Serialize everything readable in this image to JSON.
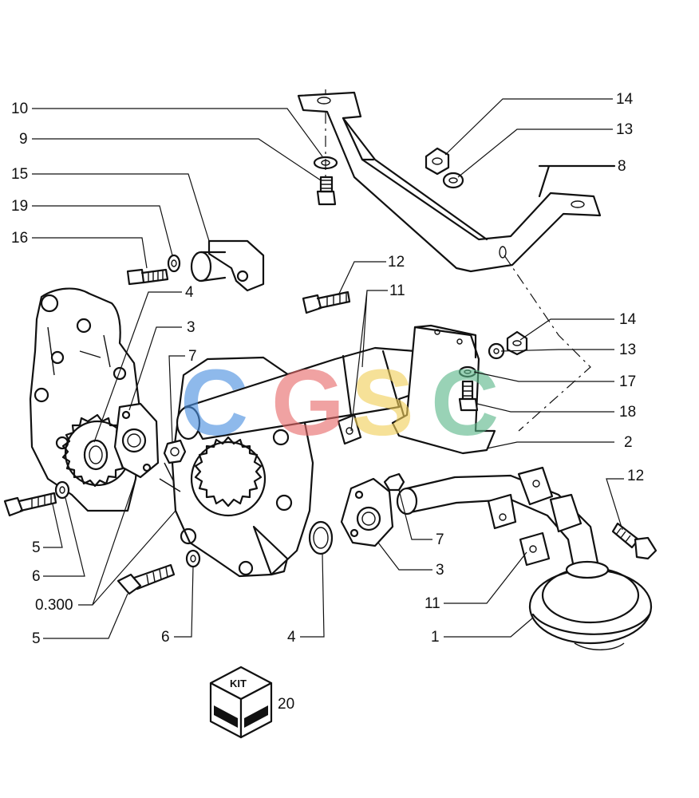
{
  "callouts": [
    {
      "id": "c10",
      "text": "10"
    },
    {
      "id": "c9",
      "text": "9"
    },
    {
      "id": "c15",
      "text": "15"
    },
    {
      "id": "c19",
      "text": "19"
    },
    {
      "id": "c16",
      "text": "16"
    },
    {
      "id": "c4a",
      "text": "4"
    },
    {
      "id": "c3a",
      "text": "3"
    },
    {
      "id": "c7a",
      "text": "7"
    },
    {
      "id": "c5a",
      "text": "5"
    },
    {
      "id": "c6a",
      "text": "6"
    },
    {
      "id": "c0300",
      "text": "0.300"
    },
    {
      "id": "c5b",
      "text": "5"
    },
    {
      "id": "c6b",
      "text": "6"
    },
    {
      "id": "c4b",
      "text": "4"
    },
    {
      "id": "c14a",
      "text": "14"
    },
    {
      "id": "c13a",
      "text": "13"
    },
    {
      "id": "c8",
      "text": "8"
    },
    {
      "id": "c12a",
      "text": "12"
    },
    {
      "id": "c11a",
      "text": "11"
    },
    {
      "id": "c14b",
      "text": "14"
    },
    {
      "id": "c13b",
      "text": "13"
    },
    {
      "id": "c17",
      "text": "17"
    },
    {
      "id": "c18",
      "text": "18"
    },
    {
      "id": "c2",
      "text": "2"
    },
    {
      "id": "c12b",
      "text": "12"
    },
    {
      "id": "c7b",
      "text": "7"
    },
    {
      "id": "c3b",
      "text": "3"
    },
    {
      "id": "c11b",
      "text": "11"
    },
    {
      "id": "c1",
      "text": "1"
    },
    {
      "id": "c20",
      "text": "20"
    }
  ],
  "kit_label": "KIT",
  "watermark": {
    "letters": [
      "C",
      "G",
      "S",
      "C"
    ],
    "colors": [
      "#4a8fe0",
      "#e86a6a",
      "#f2cf5a",
      "#5cb88a"
    ]
  }
}
